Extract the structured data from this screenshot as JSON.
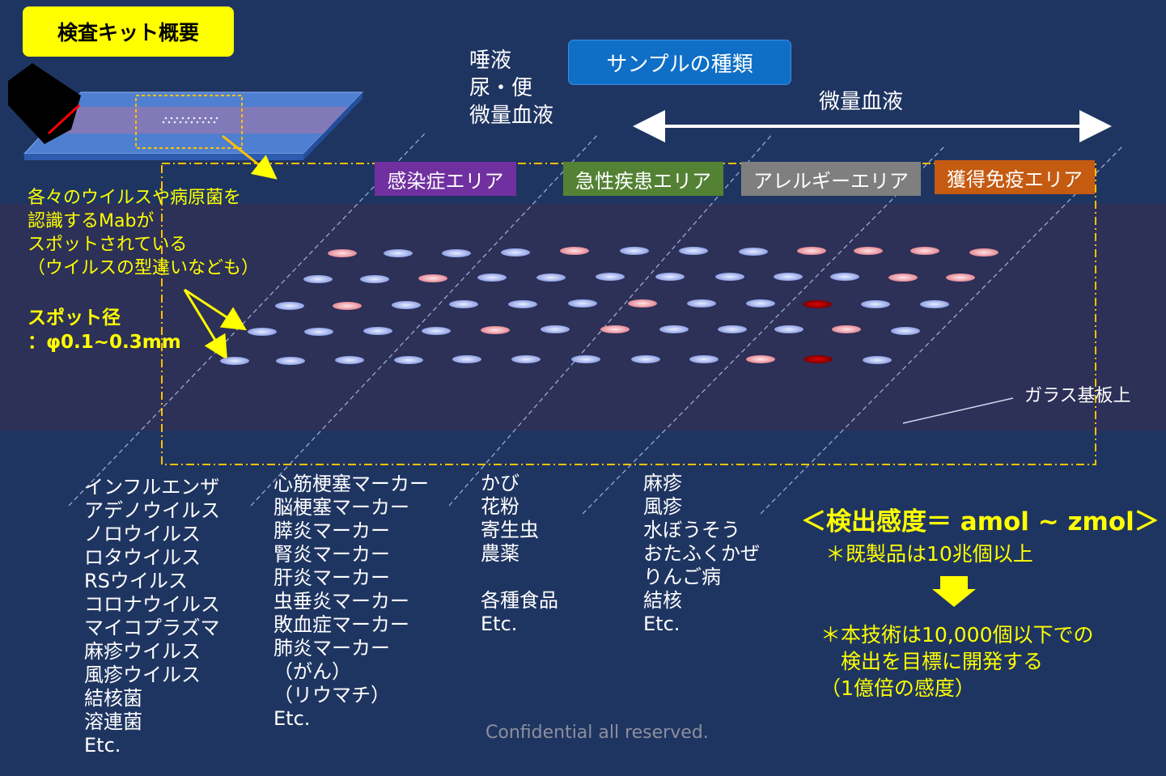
{
  "title": "検査キット概要",
  "sample": {
    "types_label": "唾液\n尿・便\n微量血液",
    "header": "サンプルの種類",
    "range_label": "微量血液"
  },
  "areas": [
    {
      "id": "infection",
      "label": "感染症エリア",
      "color": "#7030a0"
    },
    {
      "id": "acute",
      "label": "急性疾患エリア",
      "color": "#548235"
    },
    {
      "id": "allergy",
      "label": "アレルギーエリア",
      "color": "#7f7f7f"
    },
    {
      "id": "immunity",
      "label": "獲得免疫エリア",
      "color": "#c55a11"
    }
  ],
  "mab_note": "各々のウイルスや病原菌を\n認識するMabが\nスポットされている\n（ウイルスの型違いなども）",
  "spot_note": "スポット径\n：φ0.1~0.3mm",
  "glass_label": "ガラス基板上",
  "lists": {
    "infection": "インフルエンザ\nアデノウイルス\nノロウイルス\nロタウイルス\nRSウイルス\nコロナウイルス\nマイコプラズマ\n麻疹ウイルス\n風疹ウイルス\n結核菌\n溶連菌\nEtc.",
    "acute": "心筋梗塞マーカー\n脳梗塞マーカー\n膵炎マーカー\n腎炎マーカー\n肝炎マーカー\n虫垂炎マーカー\n敗血症マーカー\n肺炎マーカー\n（がん）\n（リウマチ）\nEtc.",
    "allergy": "かび\n花粉\n寄生虫\n農薬\n\n各種食品\nEtc.",
    "immunity": "麻疹\n風疹\n水ぼうそう\nおたふくかぜ\nりんご病\n結核\nEtc."
  },
  "sensitivity": "＜検出感度＝ amol ~ zmol＞",
  "existing_note": "＊既製品は10兆個以上",
  "goal_note": "＊本技術は10,000個以下での\n　検出を目標に開発する\n（1億倍の感度）",
  "footer": "Confidential all reserved.",
  "colors": {
    "background": "#1f3561",
    "band": "#2d3057",
    "highlight": "#ffff00",
    "spot_blue": "#b8c6f0",
    "spot_pink": "#f0a4ae",
    "spot_red": "#b00000"
  }
}
